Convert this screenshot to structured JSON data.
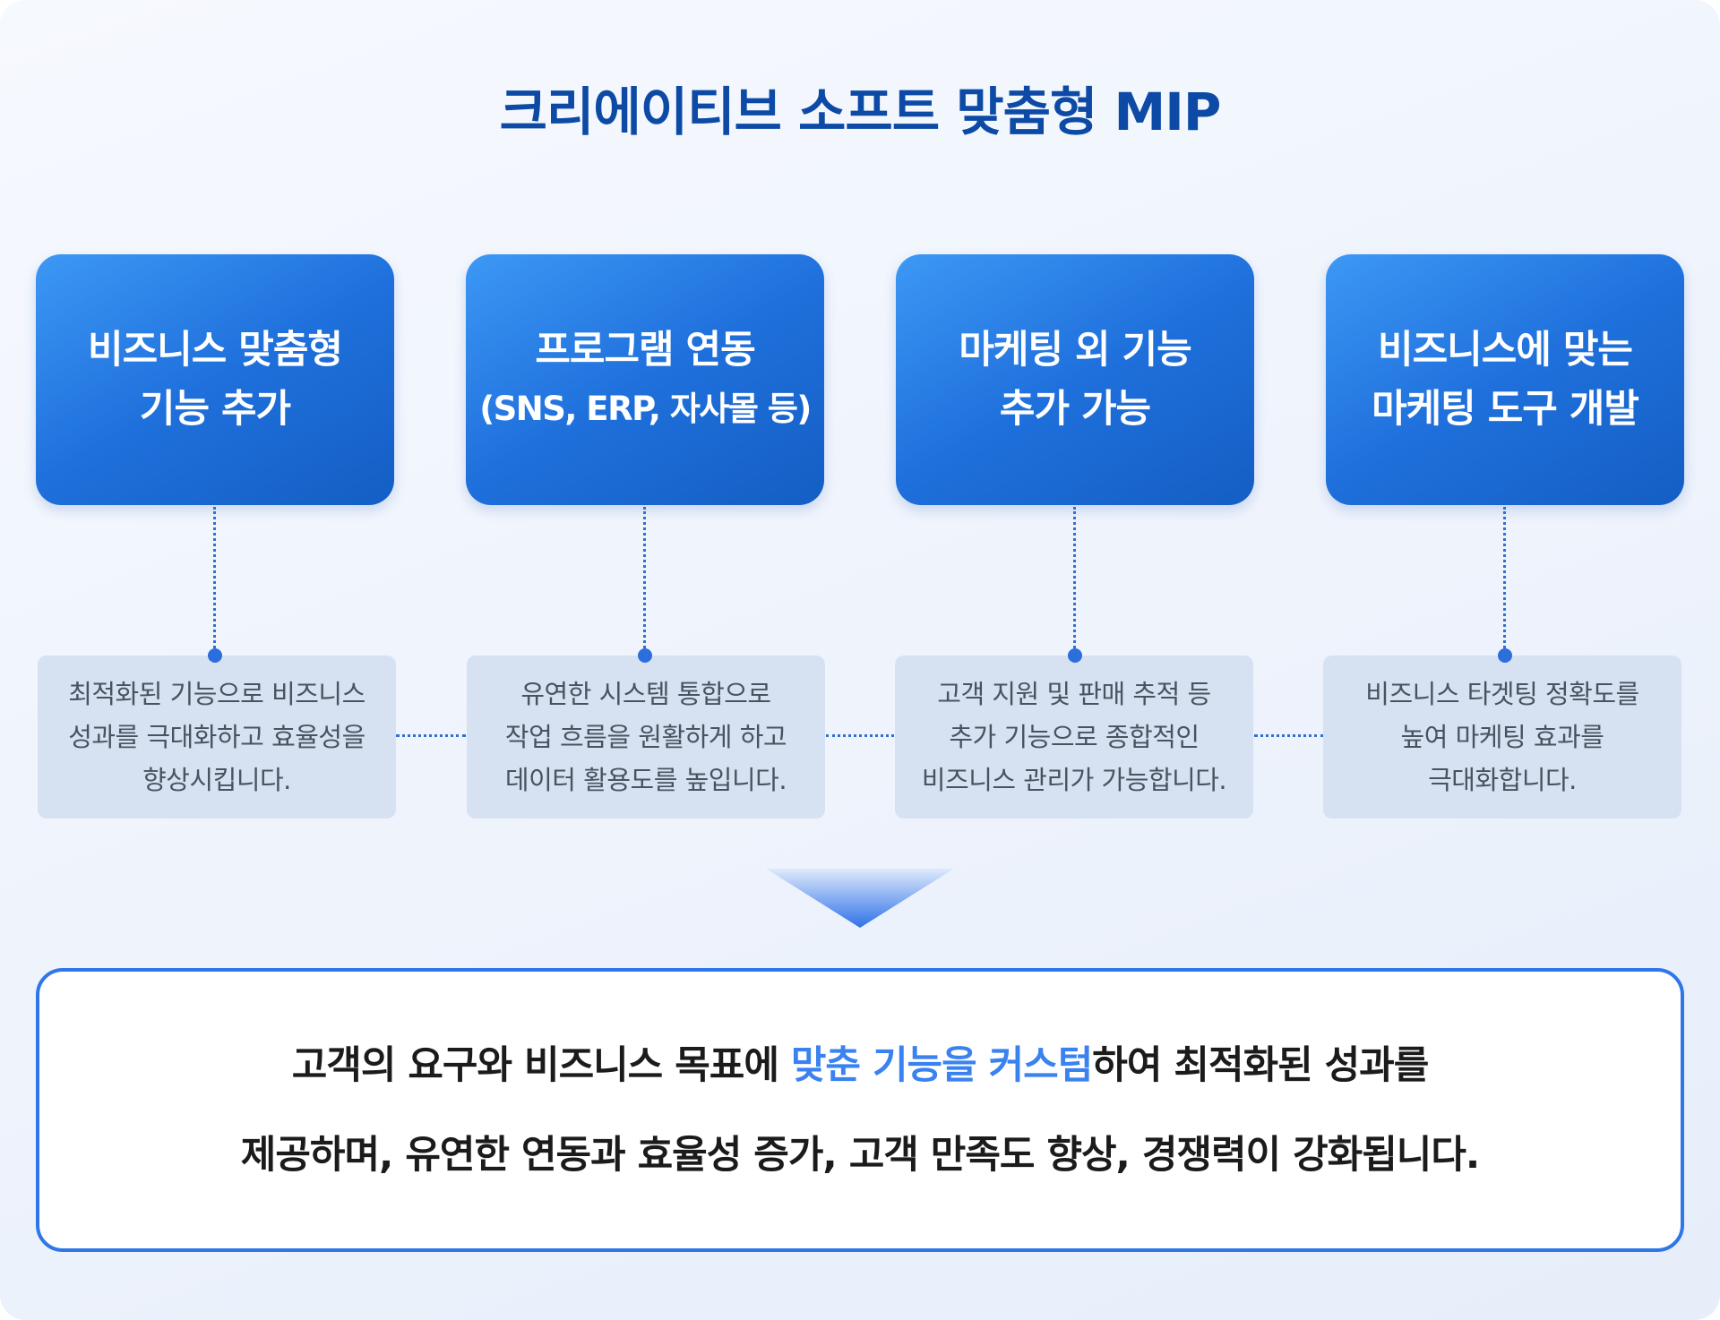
{
  "title": "크리에이티브 소프트 맞춤형 MIP",
  "features": [
    {
      "lines": [
        "비즈니스 맞춤형",
        "기능 추가"
      ],
      "desc": [
        "최적화된 기능으로 비즈니스",
        "성과를 극대화하고 효율성을",
        "향상시킵니다."
      ]
    },
    {
      "lines": [
        "프로그램 연동",
        "(SNS, ERP, 자사몰 등)"
      ],
      "desc": [
        "유연한 시스템 통합으로",
        "작업 흐름을 원활하게 하고",
        "데이터 활용도를 높입니다."
      ]
    },
    {
      "lines": [
        "마케팅 외 기능",
        "추가 가능"
      ],
      "desc": [
        "고객 지원 및 판매 추적 등",
        "추가 기능으로 종합적인",
        "비즈니스 관리가 가능합니다."
      ]
    },
    {
      "lines": [
        "비즈니스에 맞는",
        "마케팅 도구 개발"
      ],
      "desc": [
        "비즈니스 타겟팅 정확도를",
        "높여 마케팅 효과를",
        "극대화합니다."
      ]
    }
  ],
  "summary": {
    "line1_before": "고객의 요구와 비즈니스 목표에 ",
    "line1_highlight": "맞춘 기능을 커스텀",
    "line1_after": "하여 최적화된 성과를",
    "line2": "제공하며, 유연한 연동과 효율성 증가, 고객 만족도 향상, 경쟁력이 강화됩니다."
  },
  "colors": {
    "title": "#0c4aa6",
    "card_gradient_start": "#3d98f5",
    "card_gradient_end": "#145ec4",
    "desc_bg": "#d6e2f1",
    "connector": "#2f6fd6",
    "summary_border": "#2f76e8",
    "highlight": "#3a82f0"
  }
}
